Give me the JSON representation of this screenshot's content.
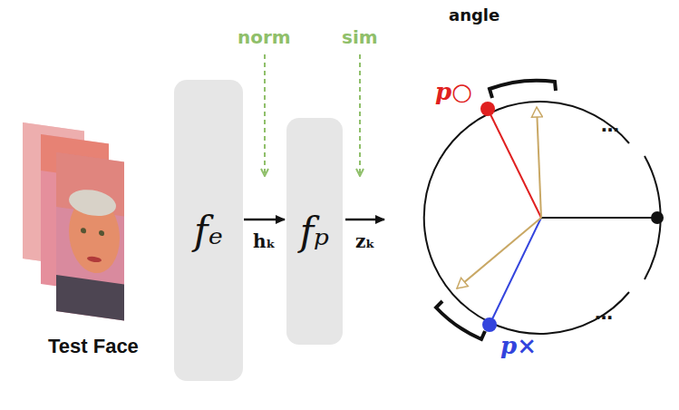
{
  "diagram": {
    "nodes": [
      {
        "text": [
          "fₑ"
        ]
      },
      {
        "text": [
          "fₚ"
        ]
      }
    ],
    "edges": [
      {
        "from": 0,
        "to": 1,
        "arrow": "to",
        "label": "hₖ"
      }
    ],
    "labels": [
      "Test Face",
      "norm",
      "sim",
      "zₖ",
      "angle",
      "p○",
      "p×",
      "…",
      "…"
    ]
  }
}
